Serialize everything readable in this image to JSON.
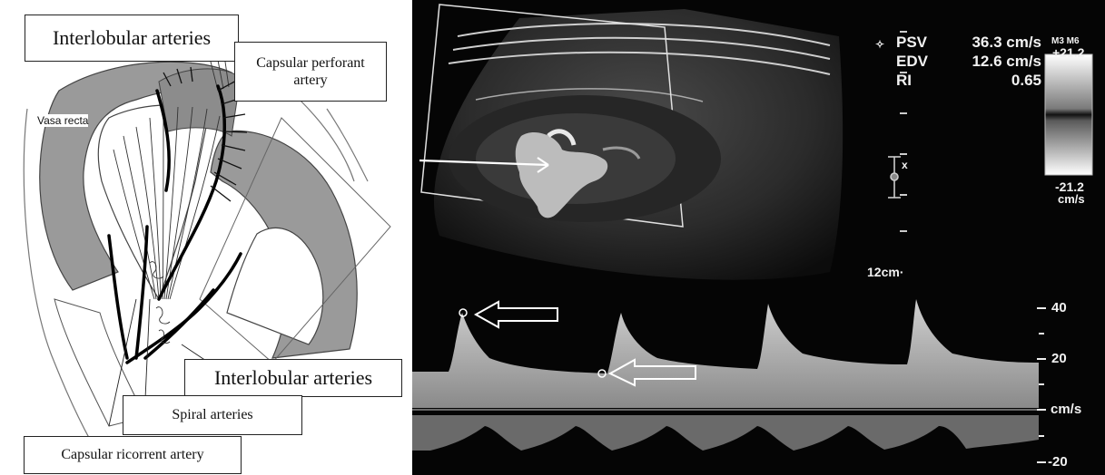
{
  "diagram": {
    "labels": {
      "interlobular_top": "Interlobular arteries",
      "capsular_perforant": "Capsular perforant artery",
      "vasa_recta": "Vasa recta",
      "interlobular_bottom": "Interlobular arteries",
      "spiral": "Spiral arteries",
      "capsular_ricorrent": "Capsular ricorrent artery"
    }
  },
  "ultrasound": {
    "measurements": [
      {
        "name": "PSV",
        "value": "36.3 cm/s"
      },
      {
        "name": "EDV",
        "value": "12.6 cm/s"
      },
      {
        "name": "RI",
        "value": "0.65"
      }
    ],
    "color_scale": {
      "mode": "M3 M6",
      "top": "+21.2",
      "bottom": "-21.2",
      "unit": "cm/s"
    },
    "depth": "12cm",
    "velocity_scale": {
      "t40": "40",
      "t20": "20",
      "unit": "cm/s",
      "tneg20": "-20"
    }
  }
}
